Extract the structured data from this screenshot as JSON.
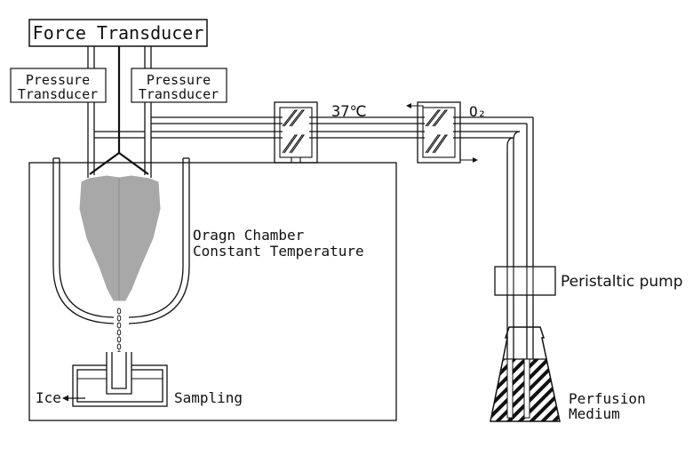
{
  "labels": {
    "force_transducer": "Force Transducer",
    "pressure_left_1": "Pressure",
    "pressure_left_2": "Transducer",
    "pressure_right_1": "Pressure",
    "pressure_right_2": "Transducer",
    "temperature": "37℃",
    "oxygen": "O₂",
    "chamber_1": "Oragn Chamber",
    "chamber_2": "Constant Temperature",
    "peristaltic_pump": "Peristaltic pump",
    "ice": "Ice",
    "sampling": "Sampling",
    "perfusion_1": "Perfusion",
    "perfusion_2": "Medium"
  },
  "colors": {
    "line": "#111111",
    "organ": "#a8a8a8",
    "hatch": "#111111",
    "background": "#ffffff"
  }
}
